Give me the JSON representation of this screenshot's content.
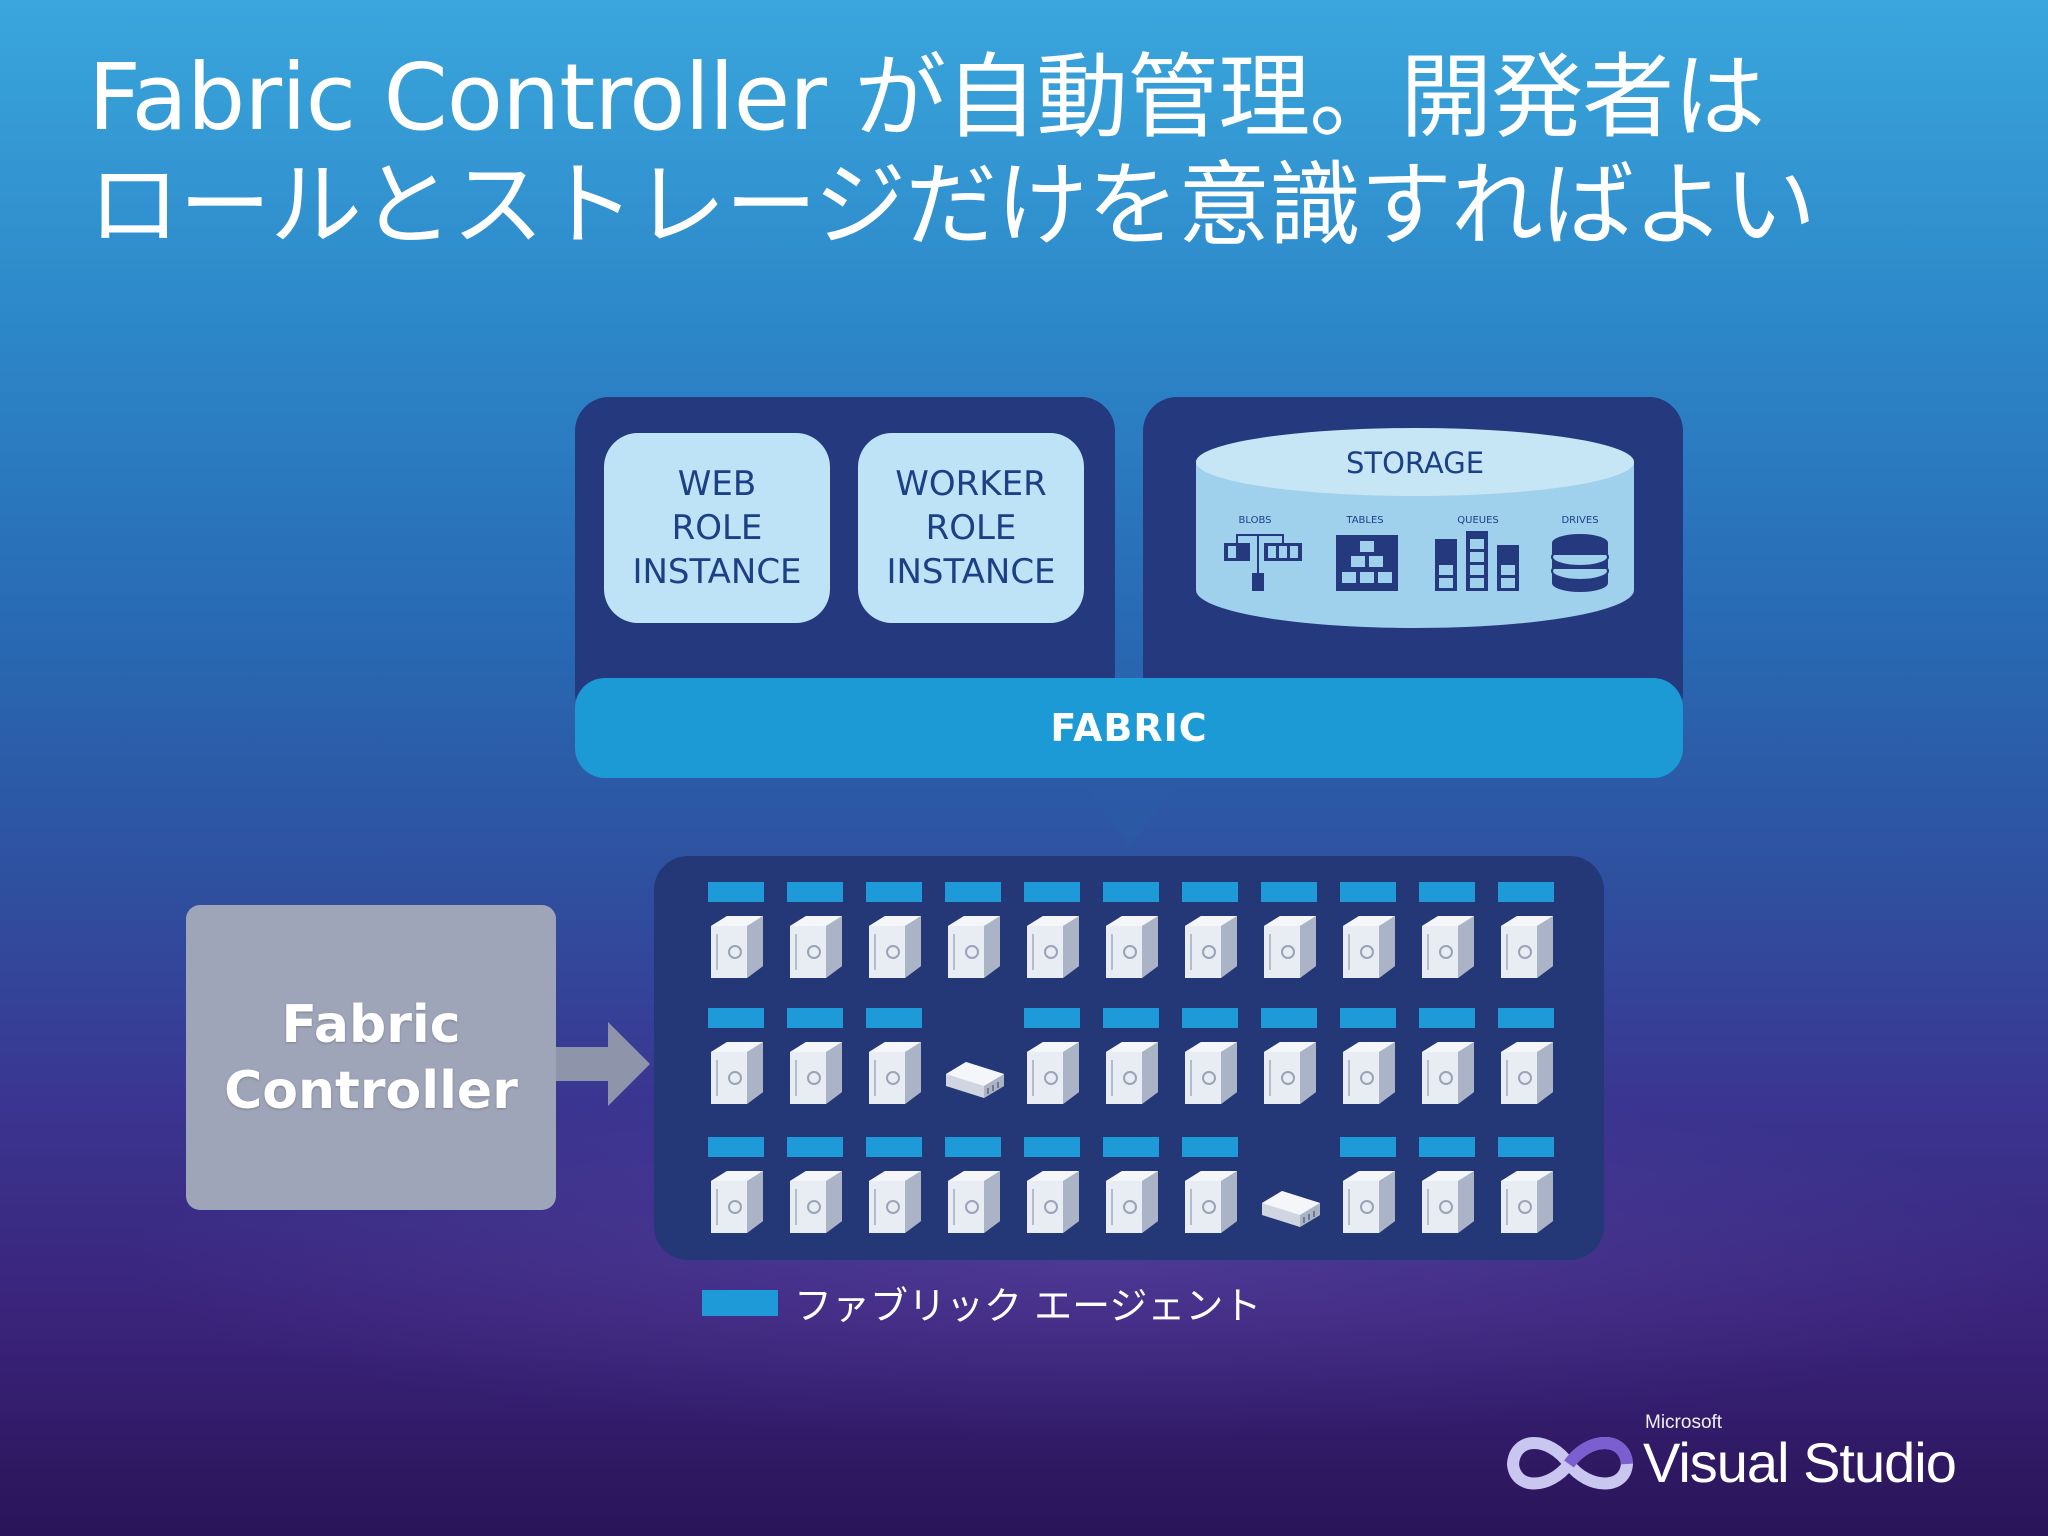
{
  "title": {
    "line1": "Fabric Controller が自動管理。開発者は",
    "line2": "ロールとストレージだけを意識すればよい"
  },
  "roles": {
    "web": [
      "WEB",
      "ROLE",
      "INSTANCE"
    ],
    "worker": [
      "WORKER",
      "ROLE",
      "INSTANCE"
    ]
  },
  "storage": {
    "label": "STORAGE",
    "items": [
      "BLOBS",
      "TABLES",
      "QUEUES",
      "DRIVES"
    ]
  },
  "fabric": {
    "label": "FABRIC"
  },
  "controller": {
    "line1": "Fabric",
    "line2": "Controller"
  },
  "cluster": {
    "rows": [
      [
        "server",
        "server",
        "server",
        "server",
        "server",
        "server",
        "server",
        "server",
        "server",
        "server",
        "server"
      ],
      [
        "server",
        "server",
        "server",
        "switch",
        "server",
        "server",
        "server",
        "server",
        "server",
        "server",
        "server"
      ],
      [
        "server",
        "server",
        "server",
        "server",
        "server",
        "server",
        "server",
        "switch",
        "server",
        "server",
        "server"
      ]
    ]
  },
  "legend": {
    "label": "ファブリック エージェント"
  },
  "logo": {
    "vendor": "Microsoft",
    "product": "Visual Studio"
  },
  "colors": {
    "panel": "#253a7e",
    "role_box": "#bfe3f6",
    "fabric_bar": "#1c9ad6",
    "agent": "#1e9ad8",
    "controller": "#9fa5b8"
  }
}
